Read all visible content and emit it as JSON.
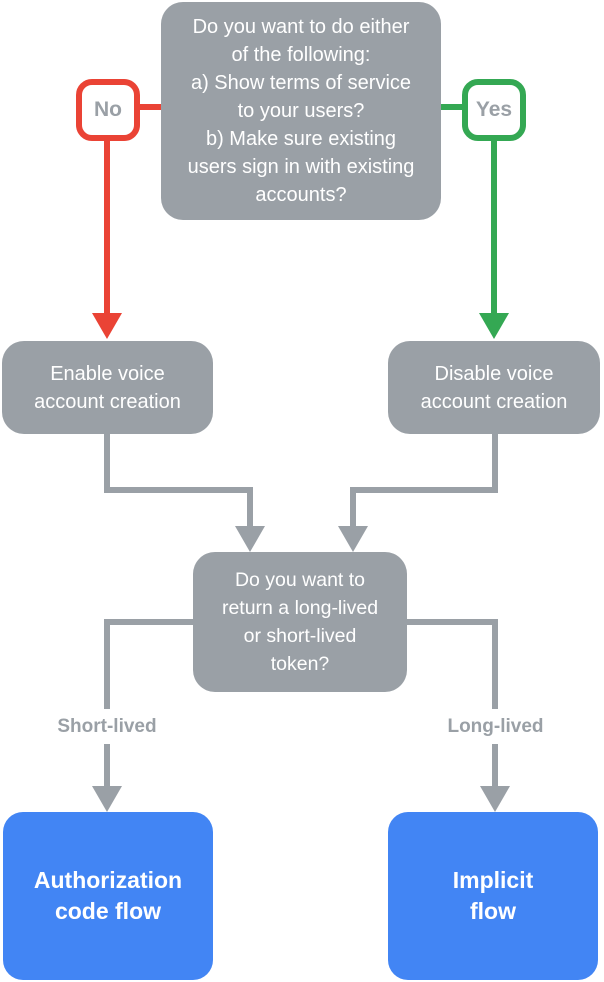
{
  "colors": {
    "node_gray": "#9AA0A6",
    "line_gray": "#9AA0A6",
    "red": "#EA4335",
    "green": "#34A853",
    "blue": "#4285F4",
    "white": "#FFFFFF",
    "muted_text": "#9AA0A6",
    "background": "#FFFFFF"
  },
  "flowchart": {
    "question_top": "Do you want to do either\nof the following:\na) Show terms of service\nto your users?\nb) Make sure existing\nusers sign in with existing\naccounts?",
    "badge_no": "No",
    "badge_yes": "Yes",
    "node_enable": "Enable voice\naccount creation",
    "node_disable": "Disable voice\naccount creation",
    "question_token": "Do you want to\nreturn a long-lived\nor short-lived\ntoken?",
    "label_short_lived": "Short-lived",
    "label_long_lived": "Long-lived",
    "node_authorization": "Authorization\ncode flow",
    "node_implicit": "Implicit\nflow"
  }
}
